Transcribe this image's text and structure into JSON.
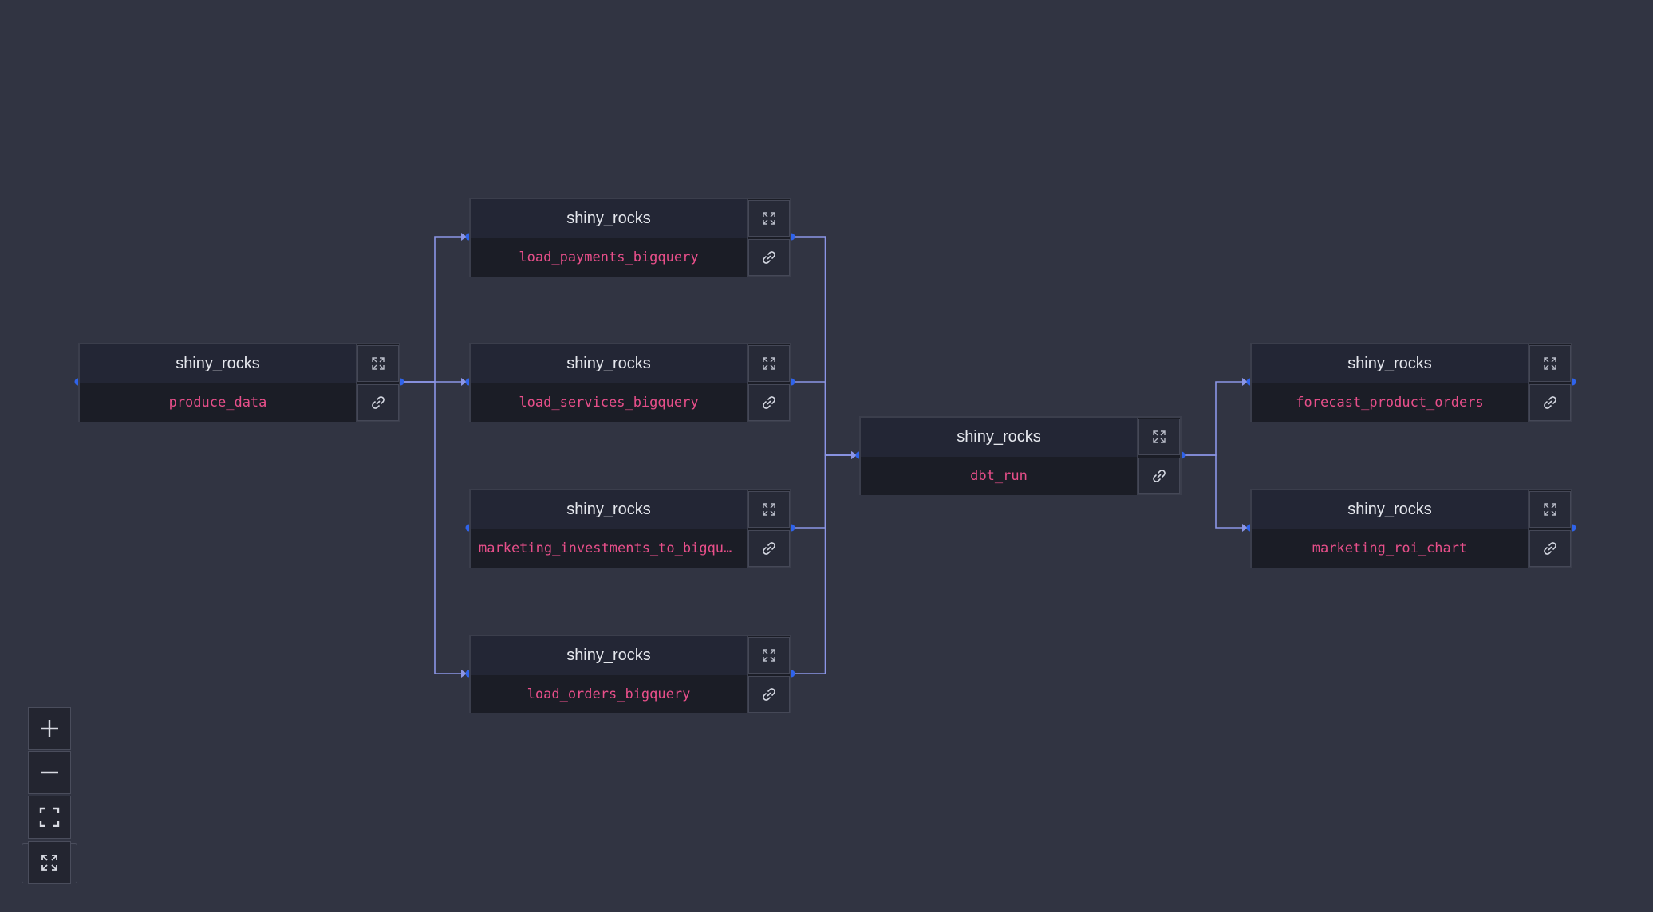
{
  "nodes": [
    {
      "id": "produce_data",
      "project": "shiny_rocks",
      "name": "produce_data"
    },
    {
      "id": "load_payments_bigquery",
      "project": "shiny_rocks",
      "name": "load_payments_bigquery"
    },
    {
      "id": "load_services_bigquery",
      "project": "shiny_rocks",
      "name": "load_services_bigquery"
    },
    {
      "id": "marketing_investments_to_bigquery",
      "project": "shiny_rocks",
      "name": "marketing_investments_to_bigquery"
    },
    {
      "id": "load_orders_bigquery",
      "project": "shiny_rocks",
      "name": "load_orders_bigquery"
    },
    {
      "id": "dbt_run",
      "project": "shiny_rocks",
      "name": "dbt_run"
    },
    {
      "id": "forecast_product_orders",
      "project": "shiny_rocks",
      "name": "forecast_product_orders"
    },
    {
      "id": "marketing_roi_chart",
      "project": "shiny_rocks",
      "name": "marketing_roi_chart"
    }
  ],
  "edges": [
    {
      "from": "produce_data",
      "to": "load_payments_bigquery"
    },
    {
      "from": "produce_data",
      "to": "load_services_bigquery"
    },
    {
      "from": "produce_data",
      "to": "load_orders_bigquery"
    },
    {
      "from": "load_payments_bigquery",
      "to": "dbt_run"
    },
    {
      "from": "load_services_bigquery",
      "to": "dbt_run"
    },
    {
      "from": "marketing_investments_to_bigquery",
      "to": "dbt_run"
    },
    {
      "from": "load_orders_bigquery",
      "to": "dbt_run"
    },
    {
      "from": "dbt_run",
      "to": "forecast_product_orders"
    },
    {
      "from": "dbt_run",
      "to": "marketing_roi_chart"
    }
  ],
  "controls": {
    "zoom_in": "plus-icon",
    "zoom_out": "minus-icon",
    "fit_view": "fullscreen-icon",
    "expand_all": "expand-icon"
  },
  "colors": {
    "background": "#313442",
    "edge": "#8b95e6",
    "handle": "#2f63ea",
    "task_name": "#e84f8a"
  }
}
